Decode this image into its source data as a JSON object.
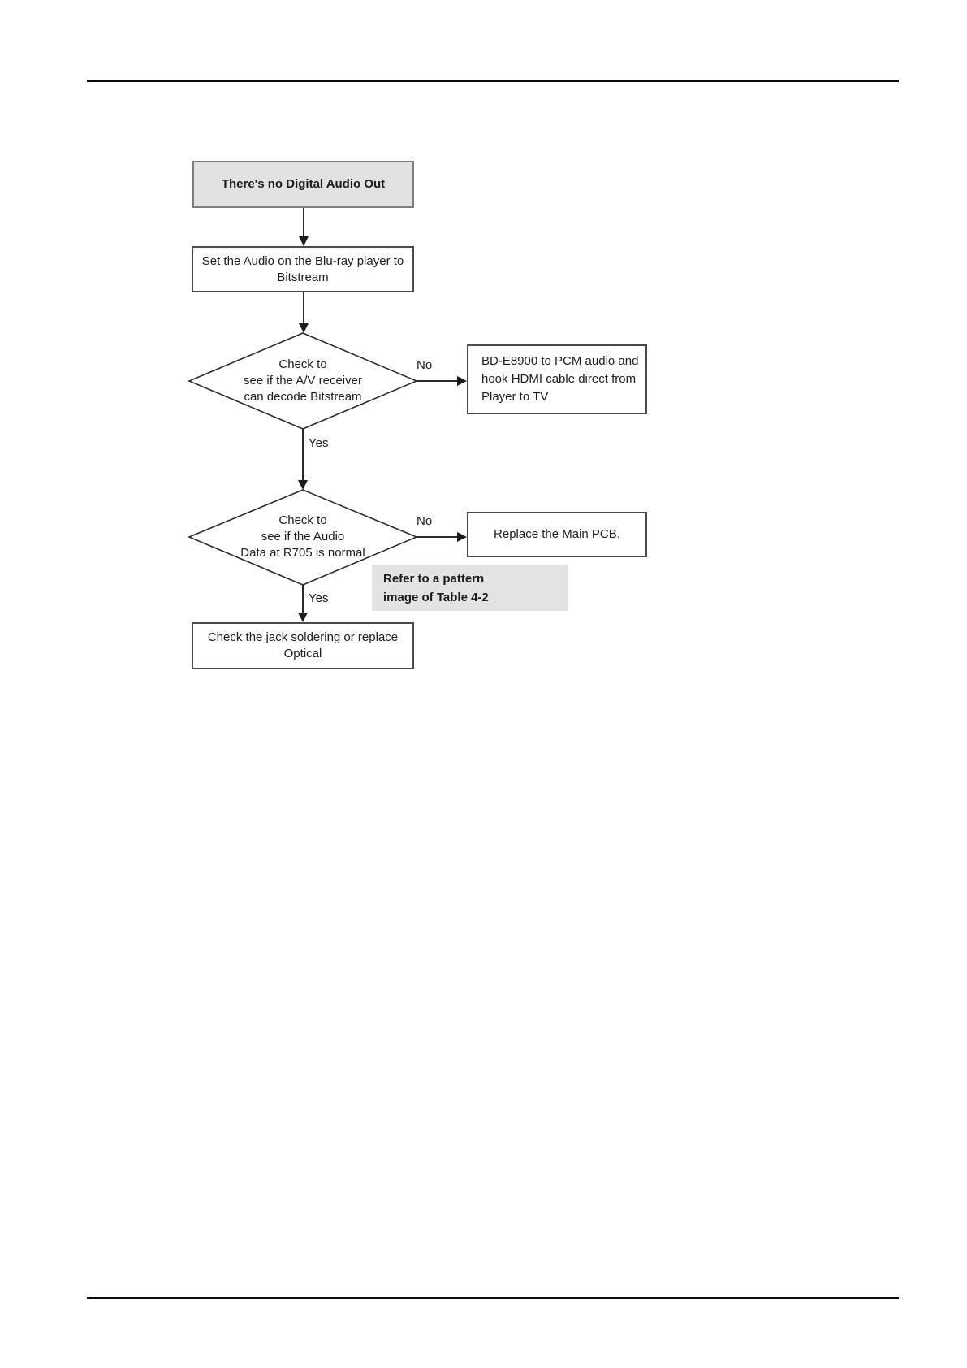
{
  "page": {
    "background": "#ffffff",
    "rule_color": "#0a0a0a"
  },
  "colors": {
    "start_fill": "#e2e2e2",
    "note_fill": "#e3e3e3",
    "box_border": "#4a4a4a",
    "start_border": "#7d7d7d",
    "line": "#2b2b2b",
    "text": "#1c1c1c"
  },
  "flowchart": {
    "start_label": "There's no Digital Audio Out",
    "step1_label": "Set the Audio on the Blu-ray player to\nBitstream",
    "decision1_label": "Check to\nsee if the A/V receiver\ncan decode Bitstream",
    "no1_label": "No",
    "yes1_label": "Yes",
    "action1_label": "BD-E8900 to PCM audio and\nhook HDMI cable direct from\nPlayer to TV",
    "decision2_label": "Check to\nsee if the Audio\nData at R705 is normal",
    "no2_label": "No",
    "yes2_label": "Yes",
    "action2_label": "Replace the Main PCB.",
    "note_label": "Refer to a pattern\nimage of Table 4-2",
    "end_label": "Check the jack soldering or replace\nOptical"
  }
}
